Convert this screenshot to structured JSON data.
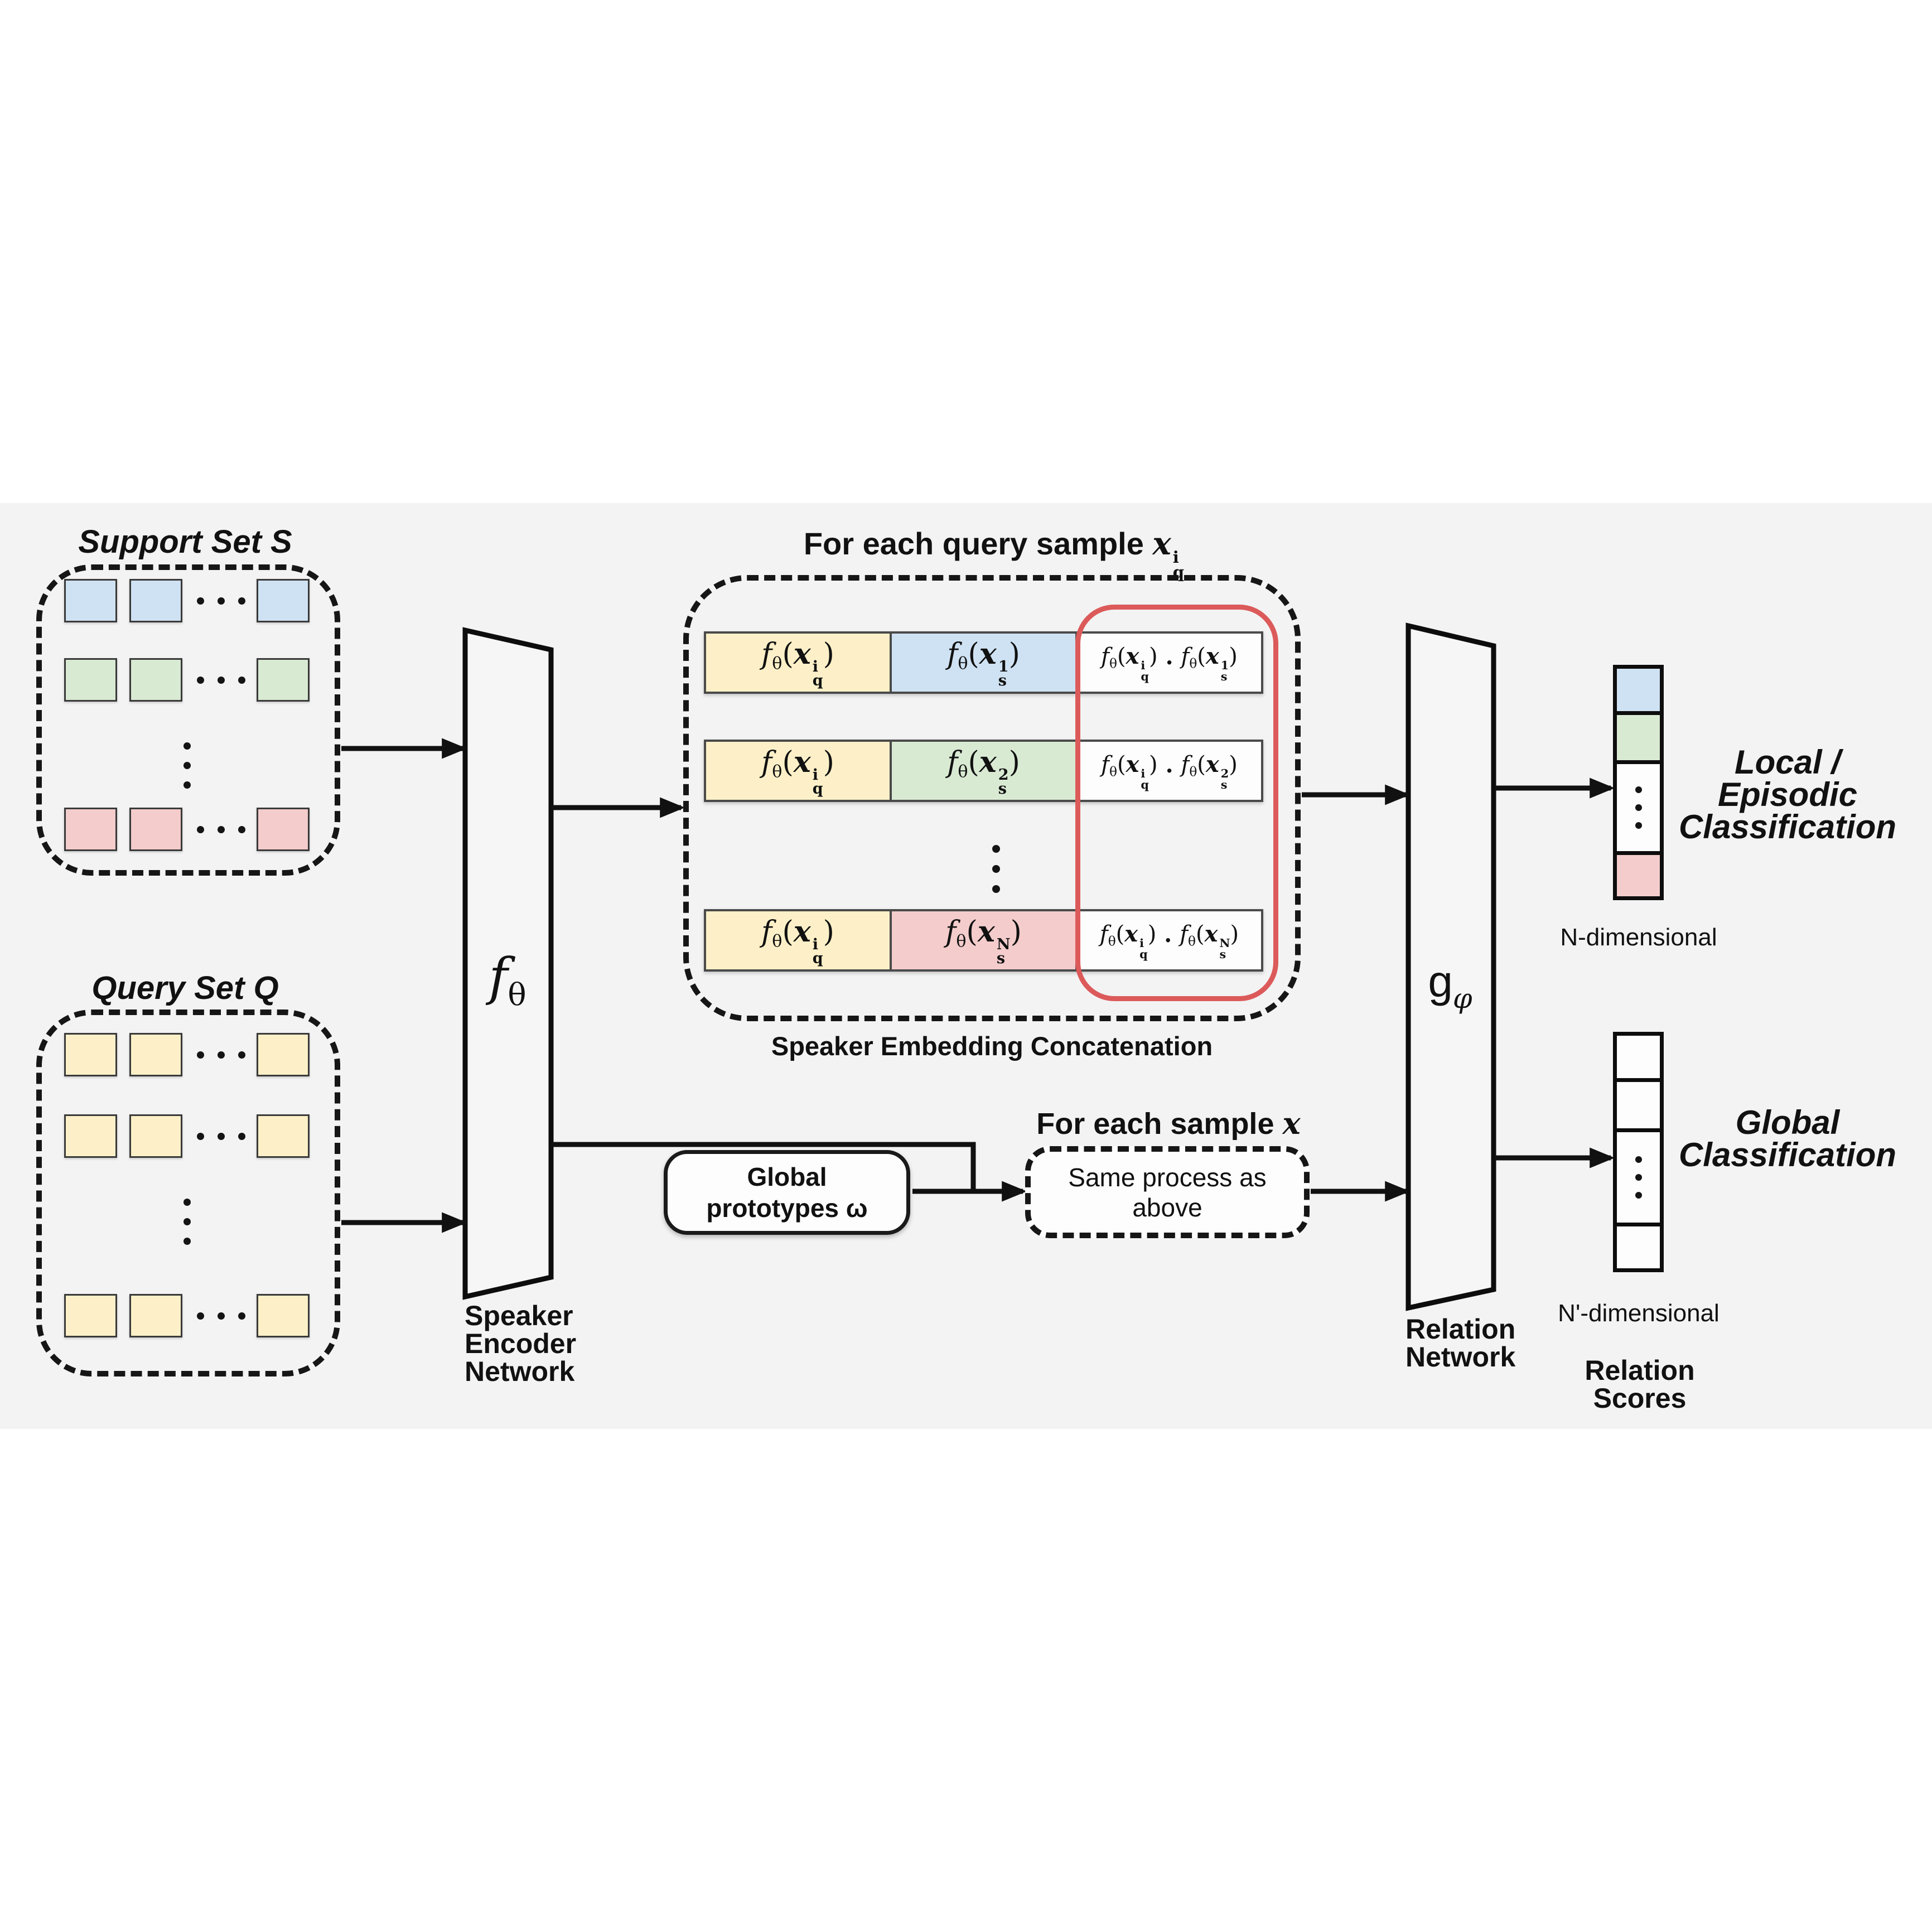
{
  "canvas": {
    "background": "#ffffff",
    "band_color": "#f3f3f3"
  },
  "palette": {
    "blue": "#cfe2f3",
    "green": "#d9ead3",
    "pink": "#f4cccc",
    "yellow": "#fdf0c8",
    "white": "#fdfdfd",
    "red_outline": "#dc5a5a",
    "line": "#111111",
    "shape_fill": "#f6f6f6"
  },
  "support_set": {
    "title": "Support Set S",
    "rows": [
      {
        "fill": "#cfe2f3"
      },
      {
        "fill": "#d9ead3"
      },
      {
        "fill": "#f4cccc"
      }
    ]
  },
  "query_set": {
    "title": "Query Set Q",
    "rows": [
      {
        "fill": "#fdf0c8"
      },
      {
        "fill": "#fdf0c8"
      },
      {
        "fill": "#fdf0c8"
      }
    ]
  },
  "speaker_encoder": {
    "symbol": "f",
    "symbol_sub": "θ",
    "caption_lines": [
      "Speaker",
      "Encoder",
      "Network"
    ]
  },
  "concatenation": {
    "title": "For each query sample",
    "title_arg": {
      "base": "x",
      "sup": "i",
      "sub": "q"
    },
    "caption": "Speaker Embedding Concatenation",
    "fn": "f",
    "fn_sub": "θ",
    "arg": "x",
    "product_dot": "·",
    "query_arg": {
      "sup": "i",
      "sub": "q"
    },
    "rows": [
      {
        "mid_fill": "#cfe2f3",
        "support_arg": {
          "sup": "1",
          "sub": "s"
        }
      },
      {
        "mid_fill": "#d9ead3",
        "support_arg": {
          "sup": "2",
          "sub": "s"
        }
      },
      {
        "mid_fill": "#f4cccc",
        "support_arg": {
          "sup": "N",
          "sub": "s"
        }
      }
    ]
  },
  "global_prototypes": {
    "lines": [
      "Global",
      "prototypes ω"
    ]
  },
  "for_each_sample": {
    "title": "For each sample",
    "title_arg": "x",
    "box_label": "Same process as above"
  },
  "relation_network": {
    "symbol": "g",
    "symbol_sub": "φ",
    "caption_lines": [
      "Relation",
      "Network"
    ]
  },
  "outputs": {
    "episodic": {
      "dim_label": "N-dimensional",
      "side_title_lines": [
        "Local /",
        "Episodic",
        "Classification"
      ],
      "cells": [
        {
          "fill": "#cfe2f3"
        },
        {
          "fill": "#d9ead3"
        },
        {
          "fill": "#fdfdfd",
          "dots": true
        },
        {
          "fill": "#f4cccc"
        }
      ]
    },
    "global": {
      "dim_label": "N'-dimensional",
      "side_title_lines": [
        "Global",
        "Classification"
      ],
      "cells": [
        {
          "fill": "#fdfdfd"
        },
        {
          "fill": "#fdfdfd"
        },
        {
          "fill": "#fdfdfd",
          "dots": true
        },
        {
          "fill": "#fdfdfd"
        }
      ],
      "scores_label_lines": [
        "Relation",
        "Scores"
      ]
    }
  }
}
